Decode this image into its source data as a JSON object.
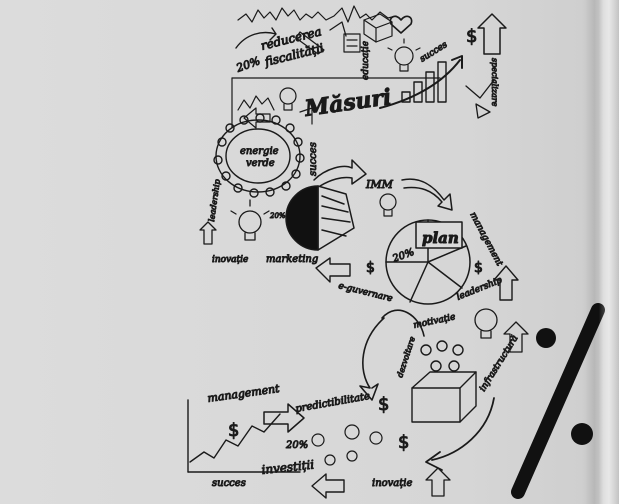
{
  "words": {
    "reducerea": "reducerea",
    "fiscalitatii": "fiscalității",
    "ratio_top": "20%",
    "educatie": "educație",
    "succes_top": "succes",
    "specializare": "specializare",
    "masuri": "Măsuri",
    "energie": "energie",
    "verde": "verde",
    "succes_ring": "succes",
    "imm": "IMM",
    "leadership_left": "leadership",
    "inovatie_left": "inovație",
    "marketing": "marketing",
    "plan": "plan",
    "ratio_pie": "20%",
    "ratio_small": "20%",
    "management_right": "management",
    "e_guvernare": "e-guvernare",
    "leadership_right": "leadership",
    "motivatie": "motivație",
    "dezvoltare": "dezvoltare",
    "infrastructura": "infrastructură",
    "management_bottom": "management",
    "predictibilitate": "predictibilitate",
    "ratio_bottom": "20%",
    "investitii": "investiții",
    "succes_bottom": "succes",
    "inovatie_bottom": "inovație"
  },
  "symbols": {
    "dollar": "$",
    "percent_slash": "/"
  },
  "colors": {
    "ink": "#1a1a1a",
    "paper": "#d9d9d9",
    "dark_fill": "#111111"
  }
}
